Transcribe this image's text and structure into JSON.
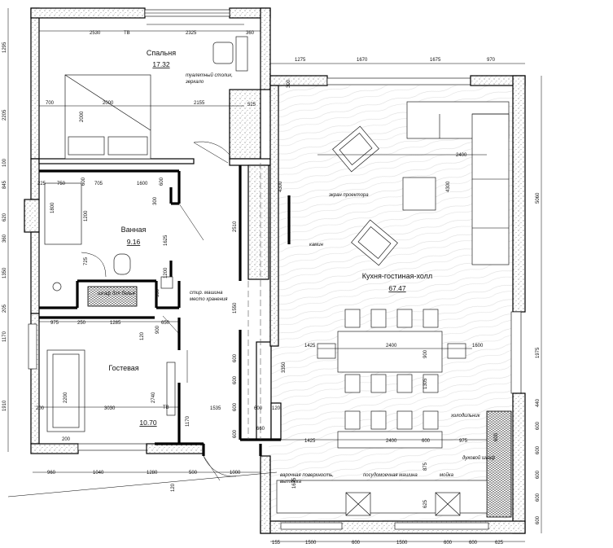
{
  "rooms": {
    "bedroom": {
      "name": "Спальня",
      "area": "17.32"
    },
    "bathroom": {
      "name": "Ванная",
      "area": "9.16"
    },
    "guest": {
      "name": "Гостевая",
      "area": "10.70"
    },
    "living": {
      "name": "Кухня-гостиная-холл",
      "area": "67.47"
    }
  },
  "notes": {
    "tv1": "ТВ",
    "tv2": "ТВ",
    "dressing": "туалетный столик,",
    "dressing2": "зеркало",
    "projector": "экран проектора",
    "fireplace": "камин",
    "washer": "стир. машина",
    "storage": "место хранения",
    "closet": "шкаф для белья",
    "fridge": "холодильник",
    "oven": "духовой шкаф",
    "cooktop": "варочная поверхность,",
    "hood": "вытяжка",
    "dishwasher": "посудомоечная машина",
    "sink": "мойка"
  },
  "dims": {
    "top_bed_1": "2530",
    "top_bed_2": "2325",
    "top_bed_3": "360",
    "left_1295": "1295",
    "left_2205": "2205",
    "left_100": "100",
    "left_845": "845",
    "left_620": "620",
    "left_360": "360",
    "left_1350": "1350",
    "left_205": "205",
    "left_1170": "1170",
    "left_1910": "1910",
    "bed_700": "700",
    "bed_2000": "2000",
    "bed_2155": "2155",
    "bed_2000v": "2000",
    "bed_525": "525",
    "bath_225": "225",
    "bath_750": "750",
    "bath_600": "600",
    "bath_705": "705",
    "bath_1600": "1600",
    "bath_600b": "600",
    "bath_1800": "1800",
    "bath_1200": "1200",
    "bath_300": "300",
    "bath_1625": "1625",
    "bath_725": "725",
    "bath_1200b": "1200",
    "bath_550": "550",
    "g_975": "975",
    "g_250": "250",
    "g_1285": "1285",
    "g_120": "120",
    "g_650": "650",
    "g_900": "900",
    "g_2200": "2200",
    "g_2740": "2740",
    "g_200": "200",
    "g_3030": "3030",
    "g_1170": "1170",
    "g_1535": "1535",
    "g_600": "600",
    "g_120b": "120",
    "g_660": "660",
    "g_200b": "200",
    "bot_960": "960",
    "bot_1040": "1040",
    "bot_1280": "1280",
    "bot_500": "500",
    "bot_1000": "1000",
    "bot_120": "120",
    "top_l_1275": "1275",
    "top_l_1670": "1670",
    "top_l_1675": "1675",
    "top_l_970": "970",
    "top_l_300": "300",
    "l_2400": "2400",
    "l_4300": "4300",
    "l_4300b": "4300",
    "l_2510": "2510",
    "l_1550": "1550",
    "l_600a": "600",
    "l_600b": "600",
    "l_600c": "600",
    "l_600d": "600",
    "l_3350": "3350",
    "l_1425": "1425",
    "l_2400t": "2400",
    "l_900": "900",
    "l_1600": "1600",
    "l_1305": "1305",
    "l_1425b": "1425",
    "l_2400b": "2400",
    "l_600e": "600",
    "l_600f": "600",
    "l_975": "975",
    "l_875": "875",
    "l_1675": "1675",
    "l_625": "625",
    "r_5060": "5060",
    "r_1975": "1975",
    "r_440": "440",
    "r_600a": "600",
    "r_600b": "600",
    "r_600c": "600",
    "r_600d": "600",
    "r_600e": "600",
    "b_155": "155",
    "b_1500": "1500",
    "b_600": "600",
    "b_1500b": "1500",
    "b_600b": "600",
    "b_600c": "600",
    "b_625": "625"
  }
}
